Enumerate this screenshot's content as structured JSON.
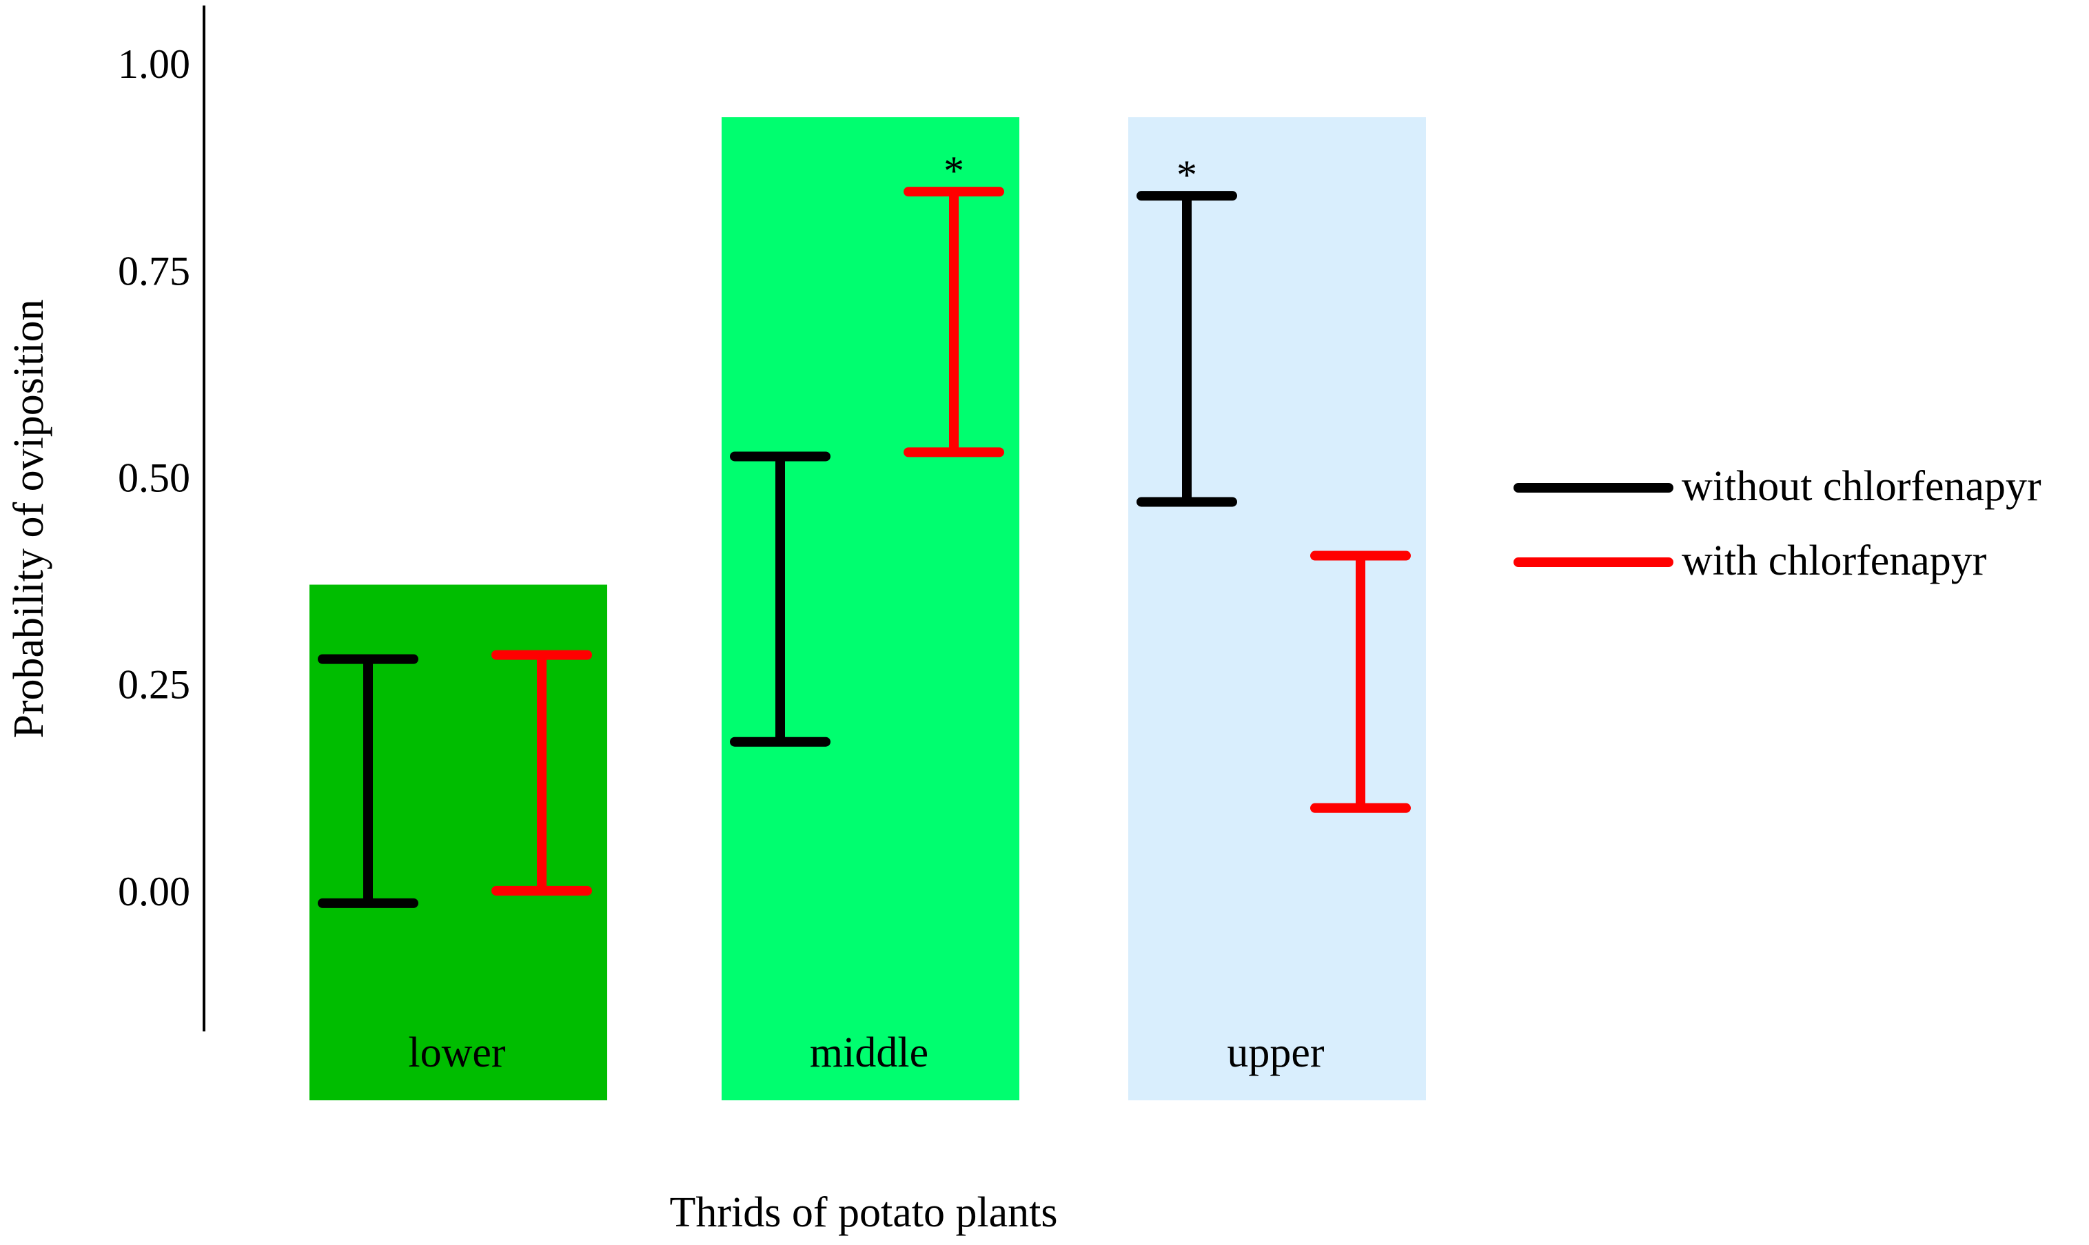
{
  "chart_data": {
    "type": "errorbar",
    "xlabel": "Thrids of potato plants",
    "ylabel": "Probability of oviposition",
    "ylim": [
      -0.17,
      1.07
    ],
    "yticks": [
      0.0,
      0.25,
      0.5,
      0.75,
      1.0
    ],
    "ytick_labels": [
      "0.00",
      "0.25",
      "0.50",
      "0.75",
      "1.00"
    ],
    "categories": [
      "lower",
      "middle",
      "upper"
    ],
    "category_colors": [
      "#00bd00",
      "#00fe6f",
      "#d9eefd"
    ],
    "category_panel_tops": [
      0.37,
      0.935,
      0.935
    ],
    "series": [
      {
        "name": "without chlorfenapyr",
        "color": "#000000",
        "lower": [
          -0.015,
          0.18,
          0.47
        ],
        "upper": [
          0.28,
          0.525,
          0.84
        ],
        "significant": [
          false,
          false,
          true
        ]
      },
      {
        "name": "with chlorfenapyr",
        "color": "#ff0000",
        "lower": [
          0.0,
          0.53,
          0.1
        ],
        "upper": [
          0.285,
          0.845,
          0.405
        ],
        "significant": [
          false,
          true,
          false
        ]
      }
    ],
    "significance_marker": "*",
    "legend_position": "right",
    "grid": false
  }
}
